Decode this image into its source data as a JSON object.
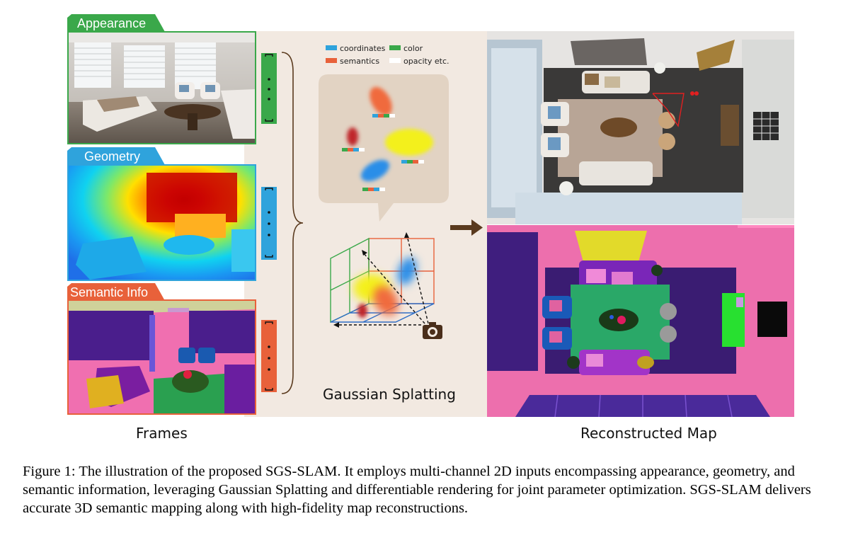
{
  "panels": {
    "appearance_label": "Appearance",
    "geometry_label": "Geometry",
    "semantic_label": "Semantic Info"
  },
  "legend": {
    "coordinates": "coordinates",
    "color": "color",
    "semantics": "semantics",
    "opacity": "opacity etc."
  },
  "labels": {
    "gaussian_splatting": "Gaussian Splatting",
    "frames": "Frames",
    "reconstructed_map": "Reconstructed Map"
  },
  "caption": "Figure 1: The illustration of the proposed SGS-SLAM. It employs multi-channel 2D inputs encompassing appearance, geometry, and semantic information, leveraging Gaussian Splatting and differentiable rendering for joint parameter optimization. SGS-SLAM delivers accurate 3D semantic mapping along with high-fidelity map reconstructions.",
  "colors": {
    "appearance": "#3aa84a",
    "geometry": "#2fa3dc",
    "semantic": "#e8613a",
    "background_panel": "#f1e8df",
    "arrow": "#5a3a1e"
  }
}
